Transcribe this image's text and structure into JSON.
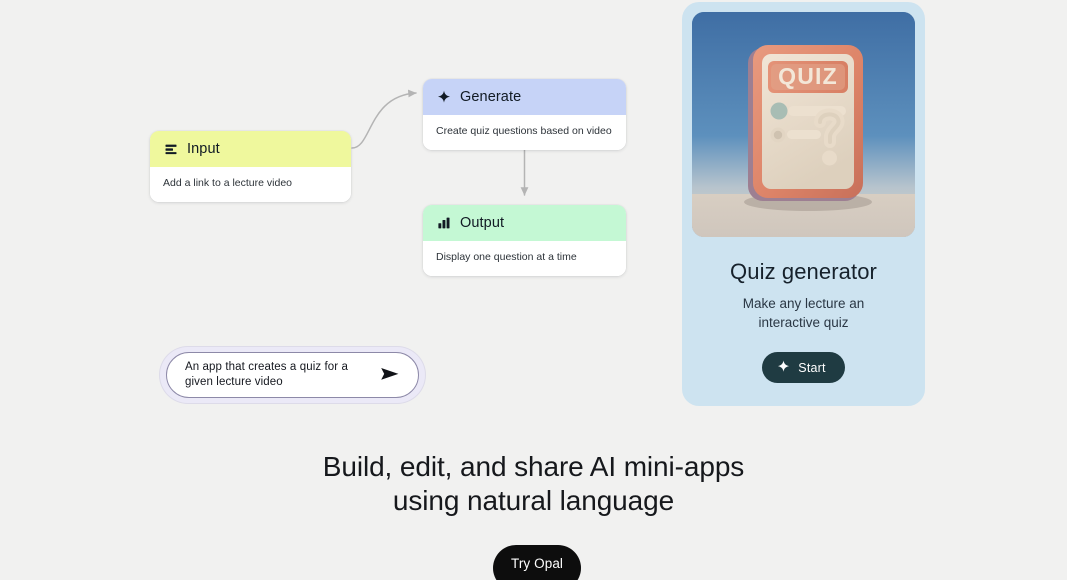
{
  "page": {
    "background_color": "#f1f1f0"
  },
  "flow": {
    "nodes": [
      {
        "id": "input",
        "title": "Input",
        "description": "Add a link to a lecture video",
        "icon": "input-bars-icon",
        "header_color": "#eff89d"
      },
      {
        "id": "generate",
        "title": "Generate",
        "description": "Create quiz questions based on video",
        "icon": "sparkle-icon",
        "header_color": "#c6d3f7"
      },
      {
        "id": "output",
        "title": "Output",
        "description": "Display one question at a time",
        "icon": "bar-chart-icon",
        "header_color": "#c4f8d4"
      }
    ],
    "connector_color": "#b4b4b4"
  },
  "prompt": {
    "text": "An app that creates a quiz for a given lecture video",
    "send_icon": "send-arrow-icon",
    "glow_color": "#ebe9f7",
    "border_color": "#8d89a8"
  },
  "app_card": {
    "thumbnail_alt": "QUIZ",
    "thumbnail_label": "QUIZ",
    "title": "Quiz generator",
    "subtitle": "Make any lecture an interactive quiz",
    "start_label": "Start",
    "start_icon": "sparkle-icon",
    "background_color": "#cde3f0",
    "button_color": "#1f3b42"
  },
  "tagline": {
    "line1": "Build, edit, and share AI mini-apps",
    "line2": "using natural language"
  },
  "cta": {
    "label": "Try Opal",
    "color": "#0d0d0d"
  }
}
